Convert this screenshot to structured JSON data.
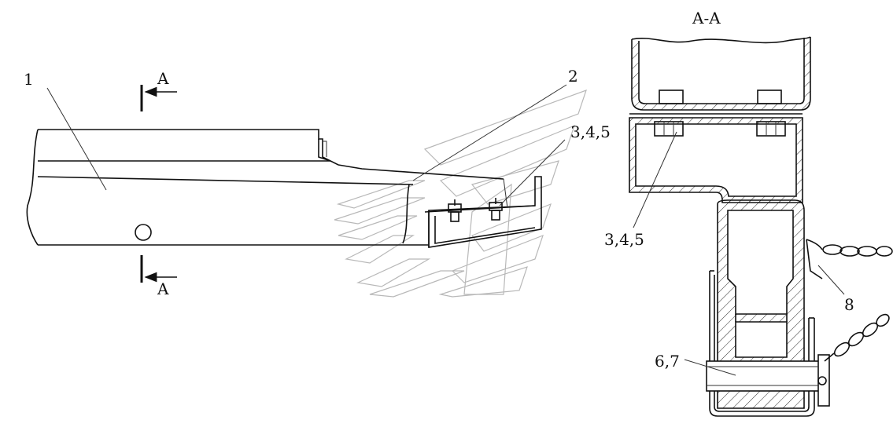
{
  "section_title": "A-A",
  "callouts": {
    "part_1": "1",
    "part_2": "2",
    "parts_345_left": "3,4,5",
    "parts_345_right": "3,4,5",
    "part_8": "8",
    "parts_67": "6,7"
  },
  "section_markers": {
    "top": "A",
    "bottom": "A"
  }
}
